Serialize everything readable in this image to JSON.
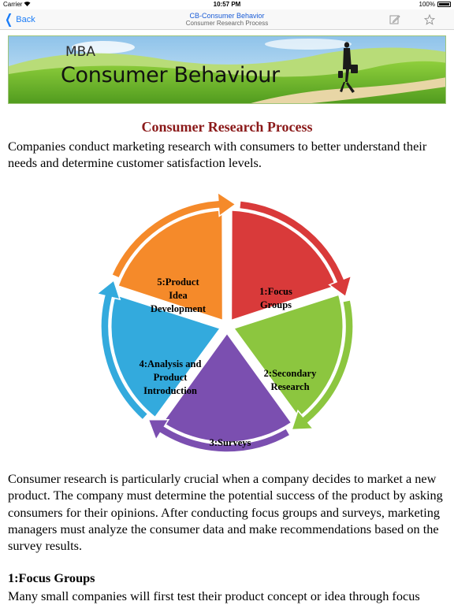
{
  "status_bar": {
    "carrier": "Carrier",
    "time": "10:57 PM",
    "battery": "100%"
  },
  "nav": {
    "back_label": "Back",
    "title": "CB-Consumer Behavior",
    "subtitle": "Consumer Research Process"
  },
  "icons": {
    "back": "chevron-left-icon",
    "edit": "compose-icon",
    "bookmark": "star-icon",
    "wifi": "wifi-icon",
    "battery": "battery-icon"
  },
  "banner": {
    "small_text": "MBA",
    "big_text": "Consumer Behaviour"
  },
  "article": {
    "heading": "Consumer Research Process",
    "intro": "Companies conduct marketing research with consumers to better understand their needs and determine customer satisfaction levels.",
    "body": "Consumer research is particularly crucial when a company decides to market a new product. The company must determine the potential success of the product by asking consumers for their opinions. After conducting focus groups and surveys, marketing managers must analyze the consumer data and make recommendations based on the survey results.",
    "section_heading": "1:Focus Groups",
    "section_text": "Many small companies will first test their product concept or idea through focus"
  },
  "diagram": {
    "segments": [
      {
        "line1": "1:Focus",
        "line2": "Groups",
        "line3": "",
        "color": "#d93a3a"
      },
      {
        "line1": "2:Secondary",
        "line2": "Research",
        "line3": "",
        "color": "#8cc63f"
      },
      {
        "line1": "3:Surveys",
        "line2": "",
        "line3": "",
        "color": "#7b4fb0"
      },
      {
        "line1": "4:Analysis and",
        "line2": "Product",
        "line3": "Introduction",
        "color": "#33aadd"
      },
      {
        "line1": "5:Product",
        "line2": "Idea",
        "line3": "Development",
        "color": "#f58a2a"
      }
    ]
  },
  "colors": {
    "link": "#1a7cf7",
    "heading": "#8b1a1a"
  }
}
